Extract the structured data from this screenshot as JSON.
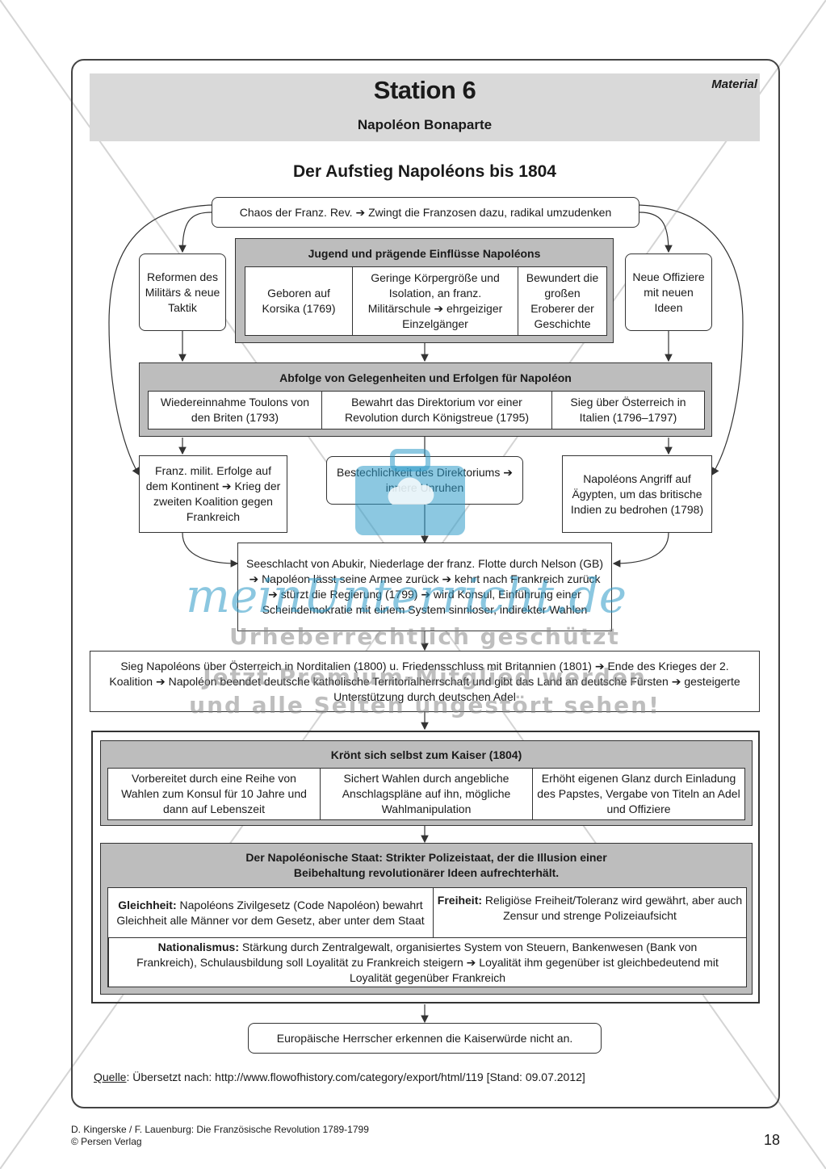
{
  "header": {
    "station": "Station 6",
    "subtitle": "Napoléon Bonaparte",
    "material": "Material"
  },
  "main_title": "Der Aufstieg Napoléons bis 1804",
  "chaos": "Chaos der Franz. Rev. ➔ Zwingt die Franzosen dazu, radikal umzudenken",
  "left_box": "Reformen des Militärs & neue Taktik",
  "right_box": "Neue Offiziere mit neuen Ideen",
  "jugend": {
    "title": "Jugend und prägende Einflüsse Napoléons",
    "cells": [
      "Geboren auf Korsika (1769)",
      "Geringe Körpergröße und Isolation, an franz. Militärschule ➔ ehrgeiziger Einzelgänger",
      "Bewundert die großen Eroberer der Geschichte"
    ]
  },
  "abfolge": {
    "title": "Abfolge von Gelegenheiten und Erfolgen für Napoléon",
    "cells": [
      "Wiedereinnahme Toulons von den Briten (1793)",
      "Bewahrt das Direktorium vor einer Revolution durch Königstreue (1795)",
      "Sieg über Österreich in Italien (1796–1797)"
    ]
  },
  "mid_boxes": {
    "left": "Franz. milit. Erfolge auf dem Kontinent ➔ Krieg der zweiten Koalition gegen Frankreich",
    "center": "Bestechlichkeit des Direktoriums ➔ innere Unruhen",
    "right": "Napoléons Angriff auf Ägypten, um das britische Indien zu bedrohen (1798)"
  },
  "abukir": "Seeschlacht von Abukir, Niederlage der franz. Flotte durch Nelson (GB) ➔ Napoléon lässt seine Armee zurück ➔ kehrt nach Frankreich zurück ➔ stürzt die Regierung (1799) ➔ wird Konsul, Einführung einer Scheindemokratie mit einem System sinnloser, indirekter Wahlen",
  "sieg": "Sieg Napoléons über Österreich in Norditalien (1800) u. Friedensschluss mit Britannien (1801) ➔ Ende des Krieges der 2. Koalition ➔ Napoléon beendet deutsche katholische Territorialherrschaft und gibt das Land an deutsche Fürsten ➔ gesteigerte Unterstützung durch deutschen Adel",
  "kaiser": {
    "title": "Krönt sich selbst zum Kaiser (1804)",
    "cells": [
      "Vorbereitet durch eine Reihe von Wahlen zum Konsul für 10 Jahre und dann auf Lebenszeit",
      "Sichert Wahlen durch angebliche Anschlagspläne auf ihn, mögliche Wahlmanipulation",
      "Erhöht eigenen Glanz durch Einladung des Papstes, Vergabe von Titeln an Adel und Offiziere"
    ]
  },
  "staat": {
    "title_line1": "Der Napoléonische Staat: Strikter Polizeistaat, der die Illusion einer",
    "title_line2": "Beibehaltung revolutionärer Ideen aufrechterhält.",
    "gleichheit_label": "Gleichheit:",
    "gleichheit_text": "Napoléons Zivilgesetz (Code Napoléon) bewahrt Gleichheit alle Männer vor dem Gesetz, aber unter dem Staat",
    "freiheit_label": "Freiheit:",
    "freiheit_text": "Religiöse Freiheit/Toleranz wird gewährt, aber auch Zensur und strenge Polizeiaufsicht",
    "national_label": "Nationalismus:",
    "national_text": "Stärkung durch Zentralgewalt, organisiertes System von Steuern, Bankenwesen (Bank von Frankreich), Schulausbildung soll Loyalität zu Frankreich steigern ➔ Loyalität ihm gegenüber ist gleichbedeutend mit Loyalität gegenüber Frankreich"
  },
  "europa": "Europäische Herrscher erkennen die Kaiserwürde nicht an.",
  "source": {
    "label": "Quelle",
    "text": ": Übersetzt nach: http://www.flowofhistory.com/category/export/html/119 [Stand: 09.07.2012]"
  },
  "footer": {
    "line1": "D. Kingerske / F. Lauenburg: Die Französische Revolution 1789-1799",
    "line2": "© Persen Verlag",
    "page": "18"
  },
  "watermark": {
    "brand": "meinUnterricht.de",
    "line1": "Urheberrechtlich geschützt",
    "line2": "Jetzt Premium-Mitglied werden",
    "line3": "und alle Seiten ungestört sehen!"
  }
}
